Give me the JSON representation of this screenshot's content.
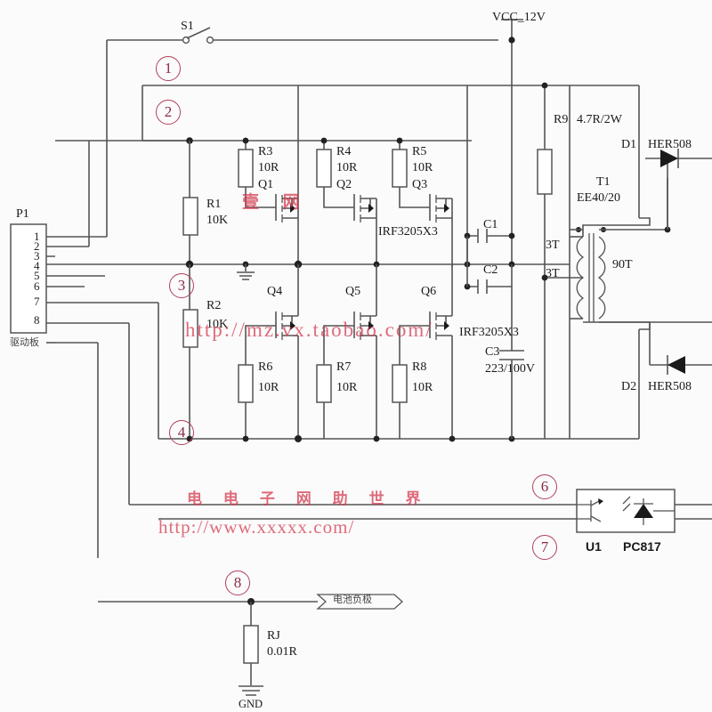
{
  "diagram": {
    "title": "Push-pull MOSFET inverter driver schematic",
    "background": "#fbfbfb",
    "line_color": "#555555",
    "text_color": "#1a1a1a",
    "annotation_color": "#8d2b45",
    "watermark_color": "#d4354a"
  },
  "power": {
    "vcc_label": "VCC_12V",
    "gnd_label": "GND"
  },
  "connector": {
    "ref": "P1",
    "caption": "驱动板",
    "pins": [
      "1",
      "2",
      "3",
      "4",
      "5",
      "6",
      "7",
      "8"
    ]
  },
  "switch": {
    "ref": "S1"
  },
  "resistors": [
    {
      "ref": "R1",
      "value": "10K"
    },
    {
      "ref": "R2",
      "value": "10K"
    },
    {
      "ref": "R3",
      "value": "10R"
    },
    {
      "ref": "R4",
      "value": "10R"
    },
    {
      "ref": "R5",
      "value": "10R"
    },
    {
      "ref": "R6",
      "value": "10R"
    },
    {
      "ref": "R7",
      "value": "10R"
    },
    {
      "ref": "R8",
      "value": "10R"
    },
    {
      "ref": "R9",
      "value": "4.7R/2W"
    },
    {
      "ref": "RJ",
      "value": "0.01R"
    }
  ],
  "mosfets": {
    "refs": [
      "Q1",
      "Q2",
      "Q3",
      "Q4",
      "Q5",
      "Q6"
    ],
    "part_top": "IRF3205X3",
    "part_bottom": "IRF3205X3"
  },
  "capacitors": [
    {
      "ref": "C1",
      "value": ""
    },
    {
      "ref": "C2",
      "value": ""
    },
    {
      "ref": "C3",
      "value": "223/100V"
    }
  ],
  "transformer": {
    "ref": "T1",
    "core": "EE40/20",
    "primary_top": "3T",
    "primary_bottom": "3T",
    "secondary": "90T"
  },
  "diodes": [
    {
      "ref": "D1",
      "part": "HER508"
    },
    {
      "ref": "D2",
      "part": "HER508"
    }
  ],
  "optocoupler": {
    "ref": "U1",
    "part": "PC817"
  },
  "net_labels": [
    {
      "text": "电池负极"
    }
  ],
  "callouts": [
    "1",
    "2",
    "3",
    "4",
    "6",
    "7",
    "8"
  ],
  "watermarks": {
    "cn_top": "壹 网",
    "cn_mid": "电 电 子 网 助 世 界",
    "url_mid": "http://mz.vx.taobao.com/",
    "url_bottom": "http://www.xxxxx.com/"
  }
}
